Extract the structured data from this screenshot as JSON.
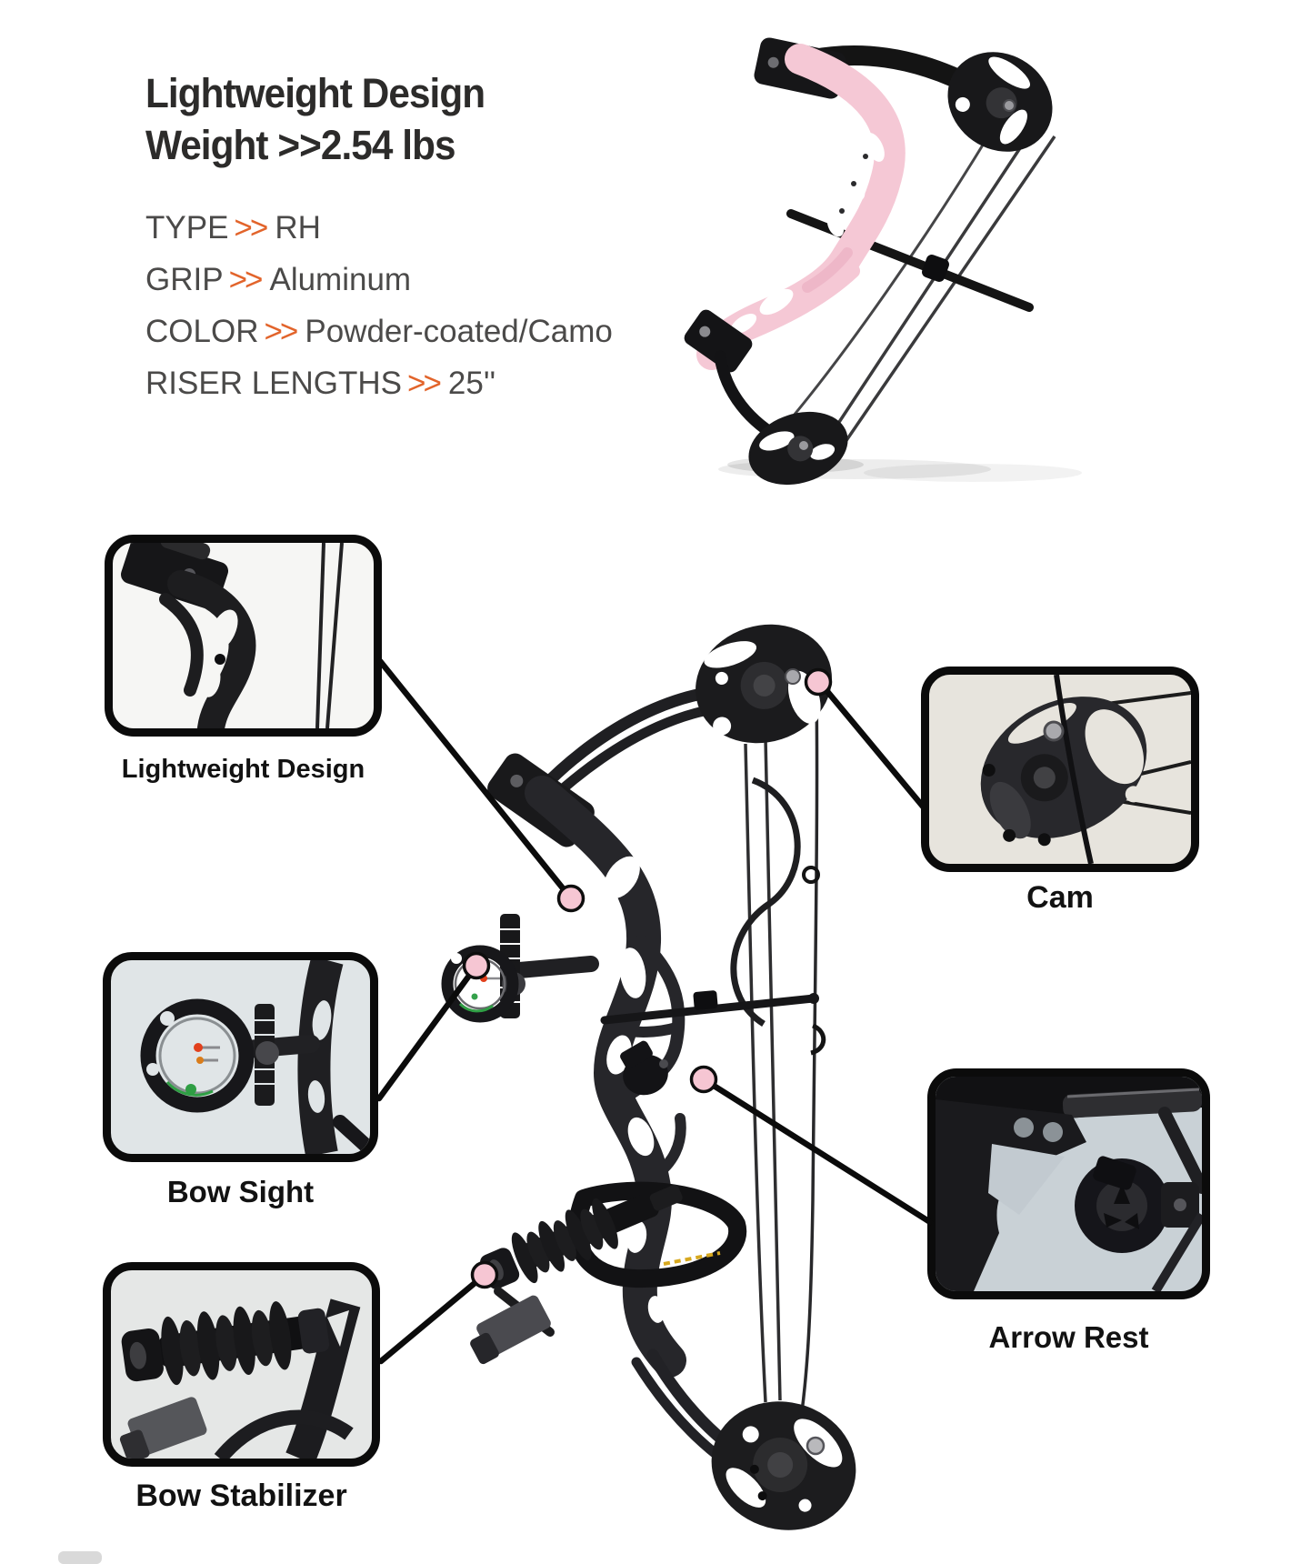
{
  "header": {
    "title_line1": "Lightweight Design",
    "title_line2": "Weight >>2.54 lbs",
    "specs": [
      {
        "label": "TYPE",
        "separator": ">>",
        "value": "RH"
      },
      {
        "label": "GRIP",
        "separator": ">>",
        "value": "Aluminum"
      },
      {
        "label": "COLOR",
        "separator": ">>",
        "value": "Powder-coated/Camo"
      },
      {
        "label": "RISER LENGTHS",
        "separator": ">>",
        "value": "25''"
      }
    ]
  },
  "callouts": [
    {
      "label": "Lightweight Design"
    },
    {
      "label": "Cam"
    },
    {
      "label": "Bow Sight"
    },
    {
      "label": "Arrow Rest"
    },
    {
      "label": "Bow Stabilizer"
    }
  ],
  "colors": {
    "accent_orange": "#E2642B",
    "heading_text": "#2C2B2A",
    "spec_text": "#4B4A49",
    "label_text": "#121212",
    "callout_border": "#0B0B0B",
    "connector_dot_pink": "#F6C6D3",
    "pink_riser": "#F5C8D5",
    "bow_black": "#1C1C1E"
  },
  "icons": [
    {
      "name": "connector-dot",
      "meaning": "marks a component location on the bow"
    }
  ]
}
